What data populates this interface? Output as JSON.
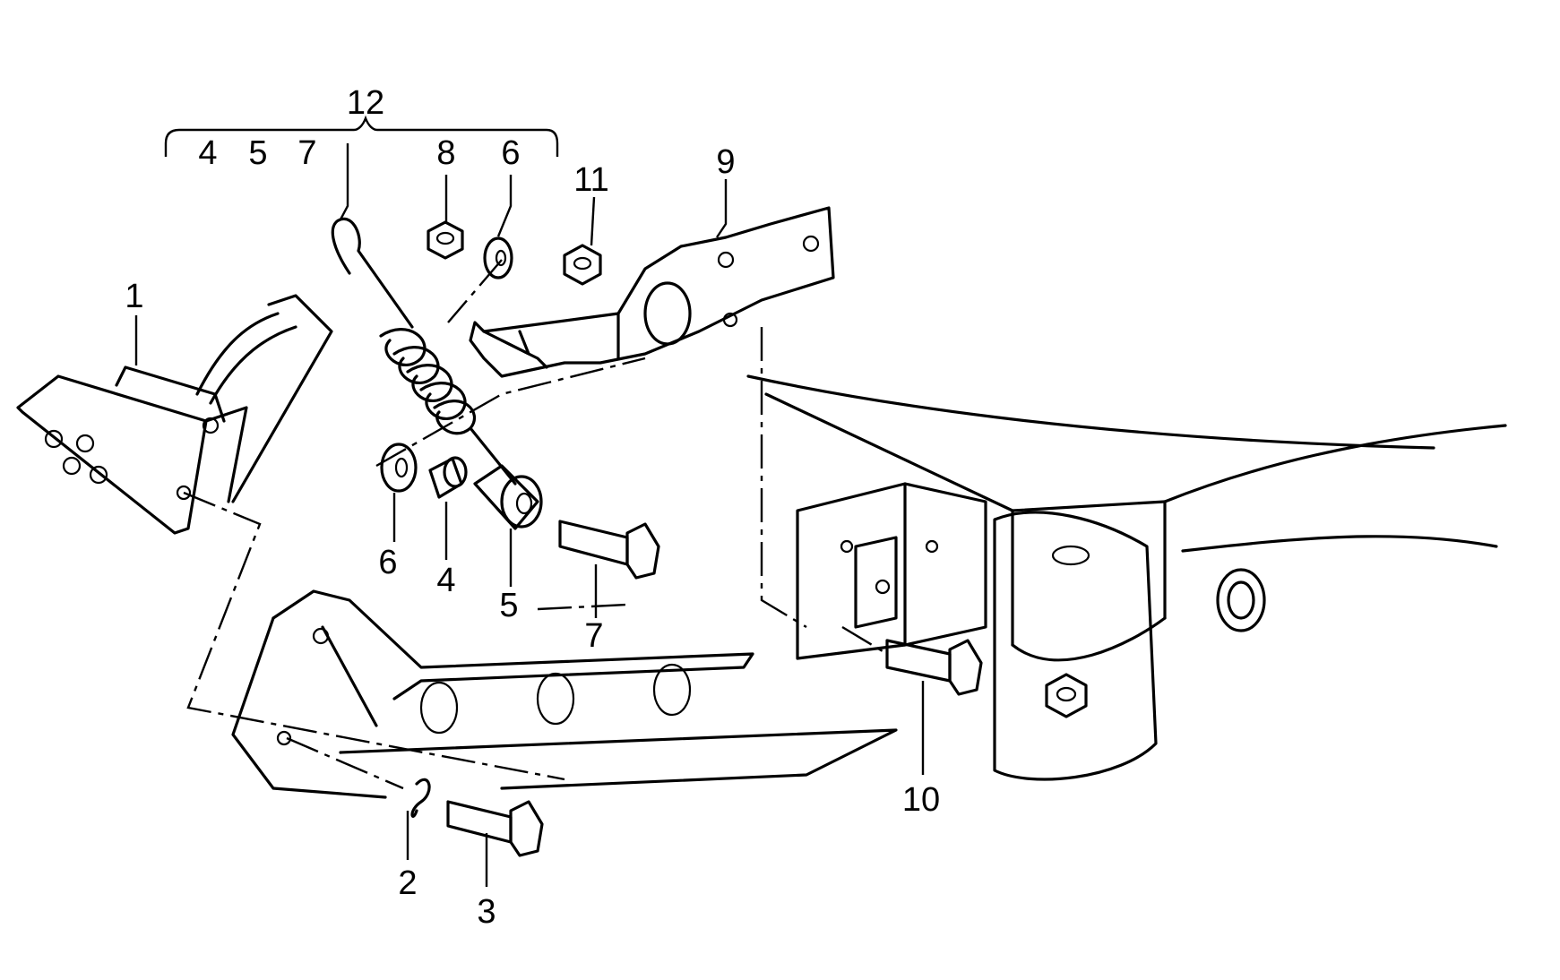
{
  "callouts": {
    "c1": "1",
    "c2": "2",
    "c3": "3",
    "c4_bracket": "4",
    "c5_bracket": "5",
    "c7_bracket": "7",
    "c8": "8",
    "c6_top": "6",
    "c11": "11",
    "c9": "9",
    "c12": "12",
    "c6_bottom": "6",
    "c4_bottom": "4",
    "c5_bottom": "5",
    "c7_bottom": "7",
    "c10": "10"
  }
}
